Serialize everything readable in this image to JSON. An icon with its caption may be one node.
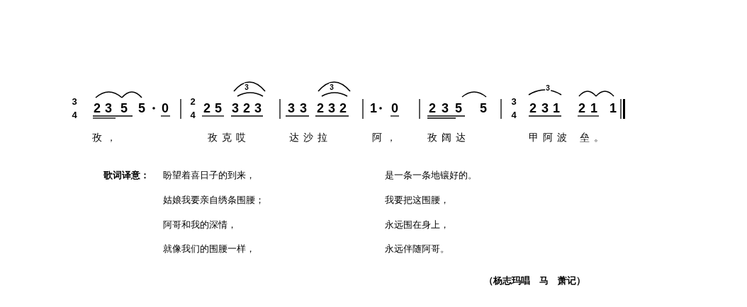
{
  "diagram": {
    "labels": [
      "3",
      "4",
      "2",
      "3",
      "5",
      "5",
      "0",
      "2",
      "4",
      "2",
      "5",
      "3",
      "2",
      "3",
      "3",
      "3",
      "3",
      "2",
      "3",
      "2",
      "3",
      "1",
      "0",
      "2",
      "3",
      "5",
      "5",
      "3",
      "4",
      "2",
      "3",
      "1",
      "2",
      "1",
      "1",
      "3",
      "孜，",
      "孜克哎",
      "达沙拉",
      "阿，",
      "孜阔达",
      "甲阿波",
      "垒。",
      "歌词译意：",
      "盼望着喜日子的到来，",
      "是一条一条地镶好的。",
      "姑娘我要亲自绣条围腰；",
      "我要把这围腰，",
      "阿哥和我的深情，",
      "永远围在身上，",
      "就像我们的围腰一样，",
      "永远伴随阿哥。",
      "（杨志玛唱　马　萧记）"
    ]
  }
}
